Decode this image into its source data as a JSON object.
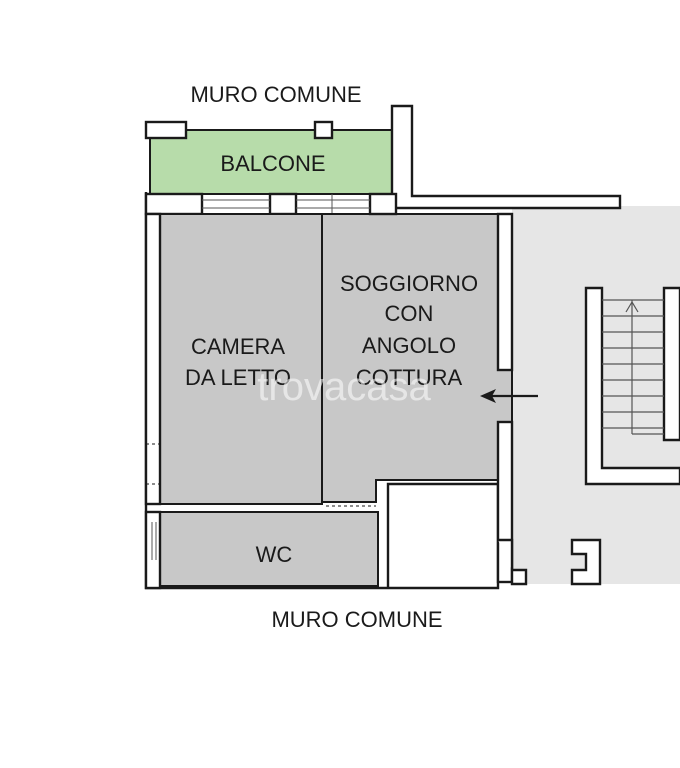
{
  "plan": {
    "top_label": "MURO COMUNE",
    "bottom_label": "MURO COMUNE",
    "watermark": "trovacasa",
    "rooms": {
      "balcone": [
        "BALCONE"
      ],
      "soggiorno": [
        "SOGGIORNO",
        "CON",
        "ANGOLO",
        "COTTURA"
      ],
      "camera": [
        "CAMERA",
        "DA LETTO"
      ],
      "wc": [
        "WC"
      ]
    },
    "colors": {
      "balcone_fill": "#b7dcaa",
      "room_fill": "#c8c8c8",
      "common_area_fill": "#e6e6e6",
      "wall_stroke": "#1a1a1a"
    }
  }
}
